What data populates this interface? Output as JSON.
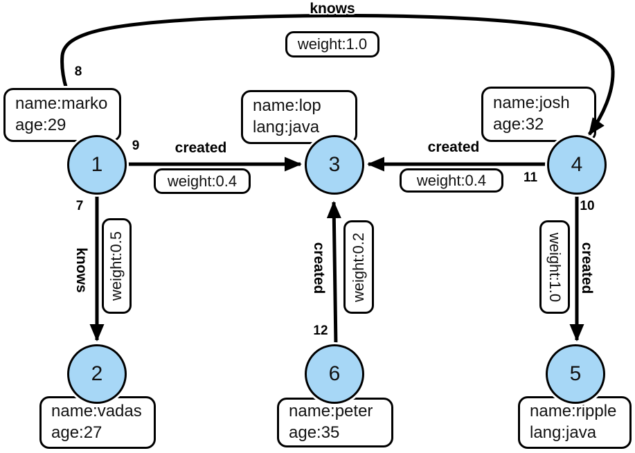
{
  "diagram": {
    "type": "property-graph",
    "node_fill_color": "#a7d7f6",
    "edge_color": "#000000",
    "nodes": [
      {
        "id": "1",
        "properties": [
          "name:marko",
          "age:29"
        ]
      },
      {
        "id": "2",
        "properties": [
          "name:vadas",
          "age:27"
        ]
      },
      {
        "id": "3",
        "properties": [
          "name:lop",
          "lang:java"
        ]
      },
      {
        "id": "4",
        "properties": [
          "name:josh",
          "age:32"
        ]
      },
      {
        "id": "5",
        "properties": [
          "name:ripple",
          "lang:java"
        ]
      },
      {
        "id": "6",
        "properties": [
          "name:peter",
          "age:35"
        ]
      }
    ],
    "edges": [
      {
        "id": "8",
        "label": "knows",
        "weight": "weight:1.0",
        "from": "1",
        "to": "4"
      },
      {
        "id": "9",
        "label": "created",
        "weight": "weight:0.4",
        "from": "1",
        "to": "3"
      },
      {
        "id": "11",
        "label": "created",
        "weight": "weight:0.4",
        "from": "4",
        "to": "3"
      },
      {
        "id": "7",
        "label": "knows",
        "weight": "weight:0.5",
        "from": "1",
        "to": "2"
      },
      {
        "id": "12",
        "label": "created",
        "weight": "weight:0.2",
        "from": "6",
        "to": "3"
      },
      {
        "id": "10",
        "label": "created",
        "weight": "weight:1.0",
        "from": "4",
        "to": "5"
      }
    ]
  }
}
